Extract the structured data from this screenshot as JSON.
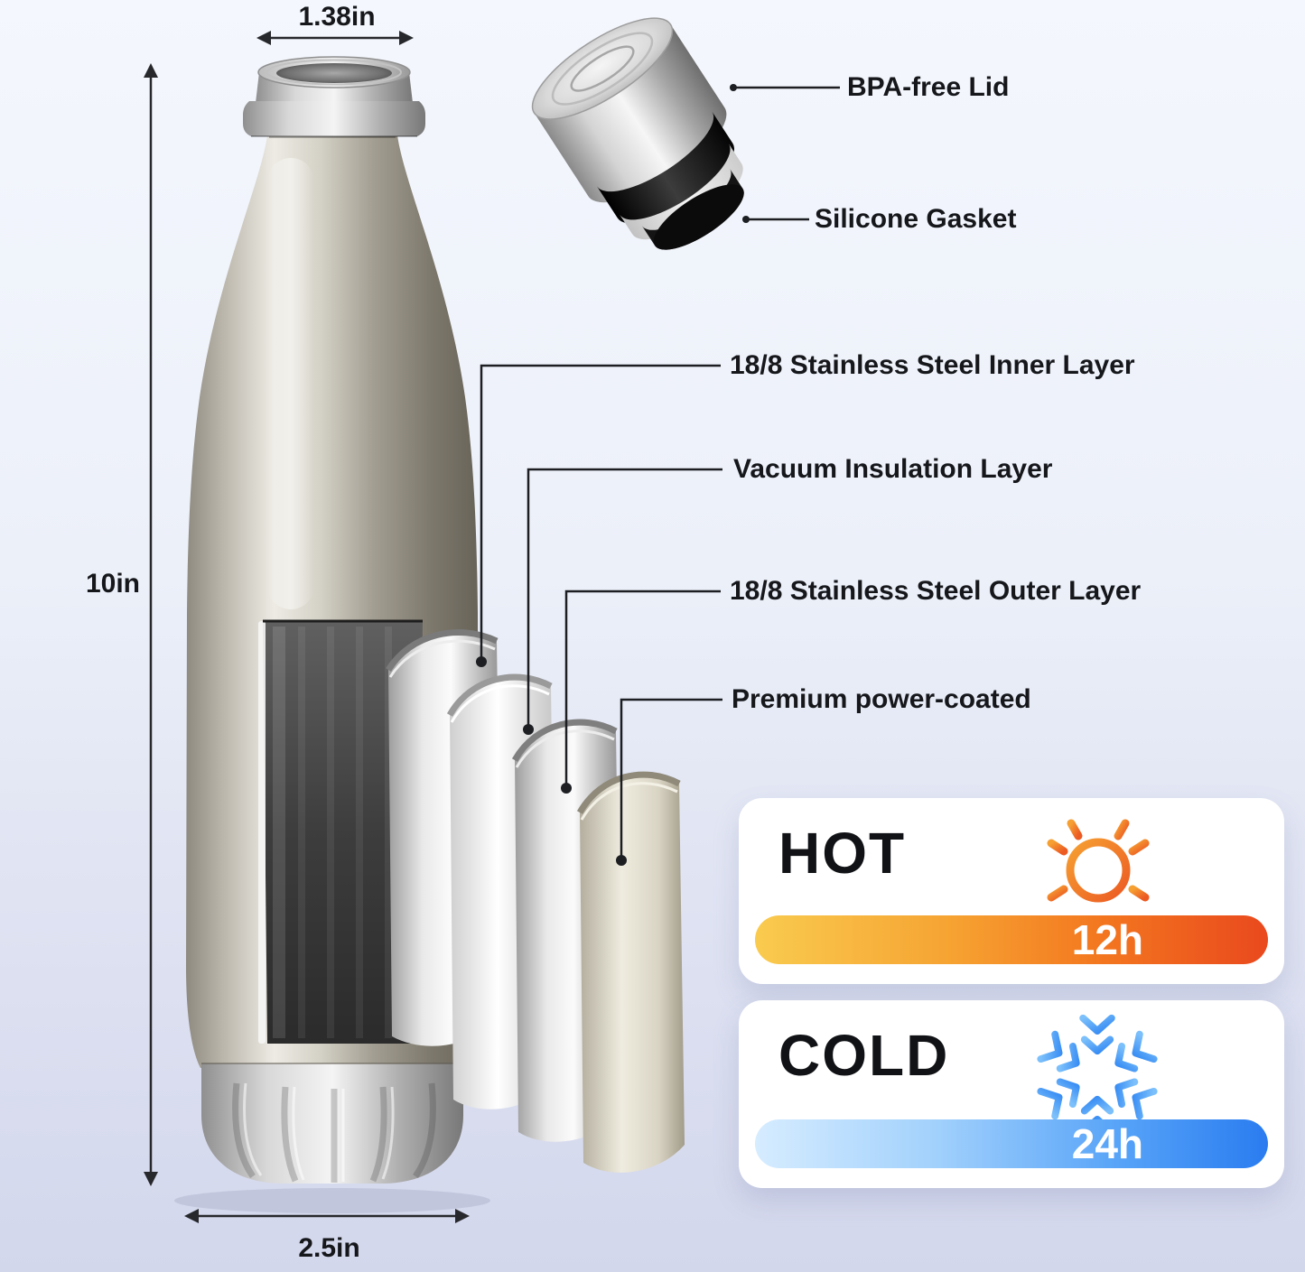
{
  "dimensions": {
    "mouth_width": "1.38in",
    "height": "10in",
    "base_width": "2.5in"
  },
  "lid": {
    "lid_label": "BPA-free Lid",
    "gasket_label": "Silicone Gasket"
  },
  "layer_callouts": [
    {
      "label": "18/8 Stainless Steel Inner Layer"
    },
    {
      "label": "Vacuum Insulation Layer"
    },
    {
      "label": "18/8 Stainless Steel Outer Layer"
    },
    {
      "label": "Premium power-coated"
    }
  ],
  "badges": {
    "hot": {
      "label": "HOT",
      "duration": "12h",
      "icon": "sun-icon",
      "bar_colors": [
        "#f9cb4f",
        "#e9491e"
      ]
    },
    "cold": {
      "label": "COLD",
      "duration": "24h",
      "icon": "snowflake-icon",
      "bar_colors": [
        "#d6ecff",
        "#2a7cf0"
      ]
    }
  }
}
